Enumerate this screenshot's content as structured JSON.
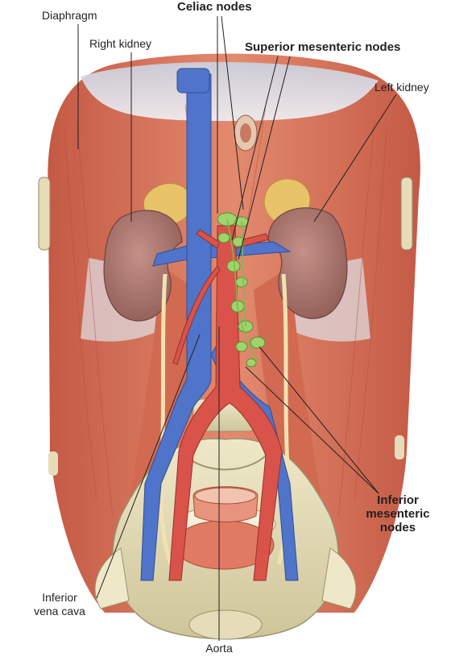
{
  "labels": {
    "diaphragm": "Diaphragm",
    "right_kidney": "Right kidney",
    "celiac_nodes": "Celiac nodes",
    "superior_mesenteric_nodes": "Superior mesenteric nodes",
    "left_kidney": "Left kidney",
    "inferior_mesenteric_nodes_line1": "Inferior",
    "inferior_mesenteric_nodes_line2": "mesenteric",
    "inferior_mesenteric_nodes_line3": "nodes",
    "inferior_vena_cava_line1": "Inferior",
    "inferior_vena_cava_line2": "vena cava",
    "aorta": "Aorta"
  },
  "colors": {
    "muscle": "#d9735a",
    "muscle_dark": "#b8523d",
    "tendon": "#dfe3ea",
    "kidney": "#a8746c",
    "adrenal": "#e8c36a",
    "vein": "#4f74c9",
    "artery": "#d9534a",
    "lymph_node": "#9fd36b",
    "bone": "#e6ddb8",
    "leader_line": "#231f20"
  }
}
